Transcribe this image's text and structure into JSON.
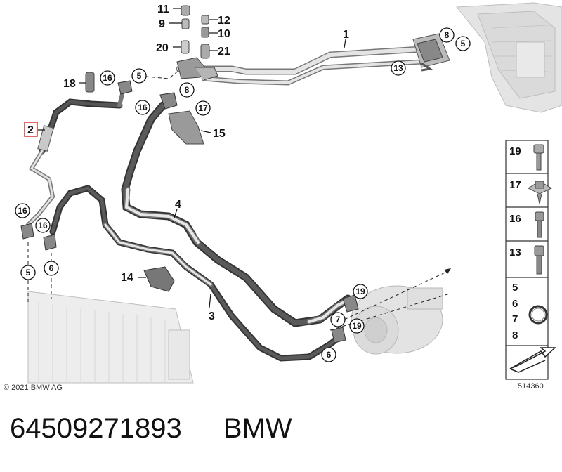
{
  "callouts": {
    "c1": "1",
    "c2": "2",
    "c3": "3",
    "c4": "4",
    "c9": "9",
    "c10": "10",
    "c11": "11",
    "c12": "12",
    "c14": "14",
    "c15": "15",
    "c18": "18",
    "c20": "20",
    "c21": "21"
  },
  "bubbles": {
    "b5a": "5",
    "b5b": "5",
    "b5c": "5",
    "b6a": "6",
    "b6b": "6",
    "b7": "7",
    "b8a": "8",
    "b8b": "8",
    "b13": "13",
    "b16a": "16",
    "b16b": "16",
    "b16c": "16",
    "b16d": "16",
    "b17": "17",
    "b19a": "19",
    "b19b": "19"
  },
  "legend": {
    "l19": "19",
    "l17": "17",
    "l16": "16",
    "l13": "13",
    "l5": "5",
    "l6": "6",
    "l7": "7",
    "l8": "8"
  },
  "copyright": "© 2021 BMW AG",
  "diagram_id": "514360",
  "part_number": "64509271893",
  "brand": "BMW"
}
